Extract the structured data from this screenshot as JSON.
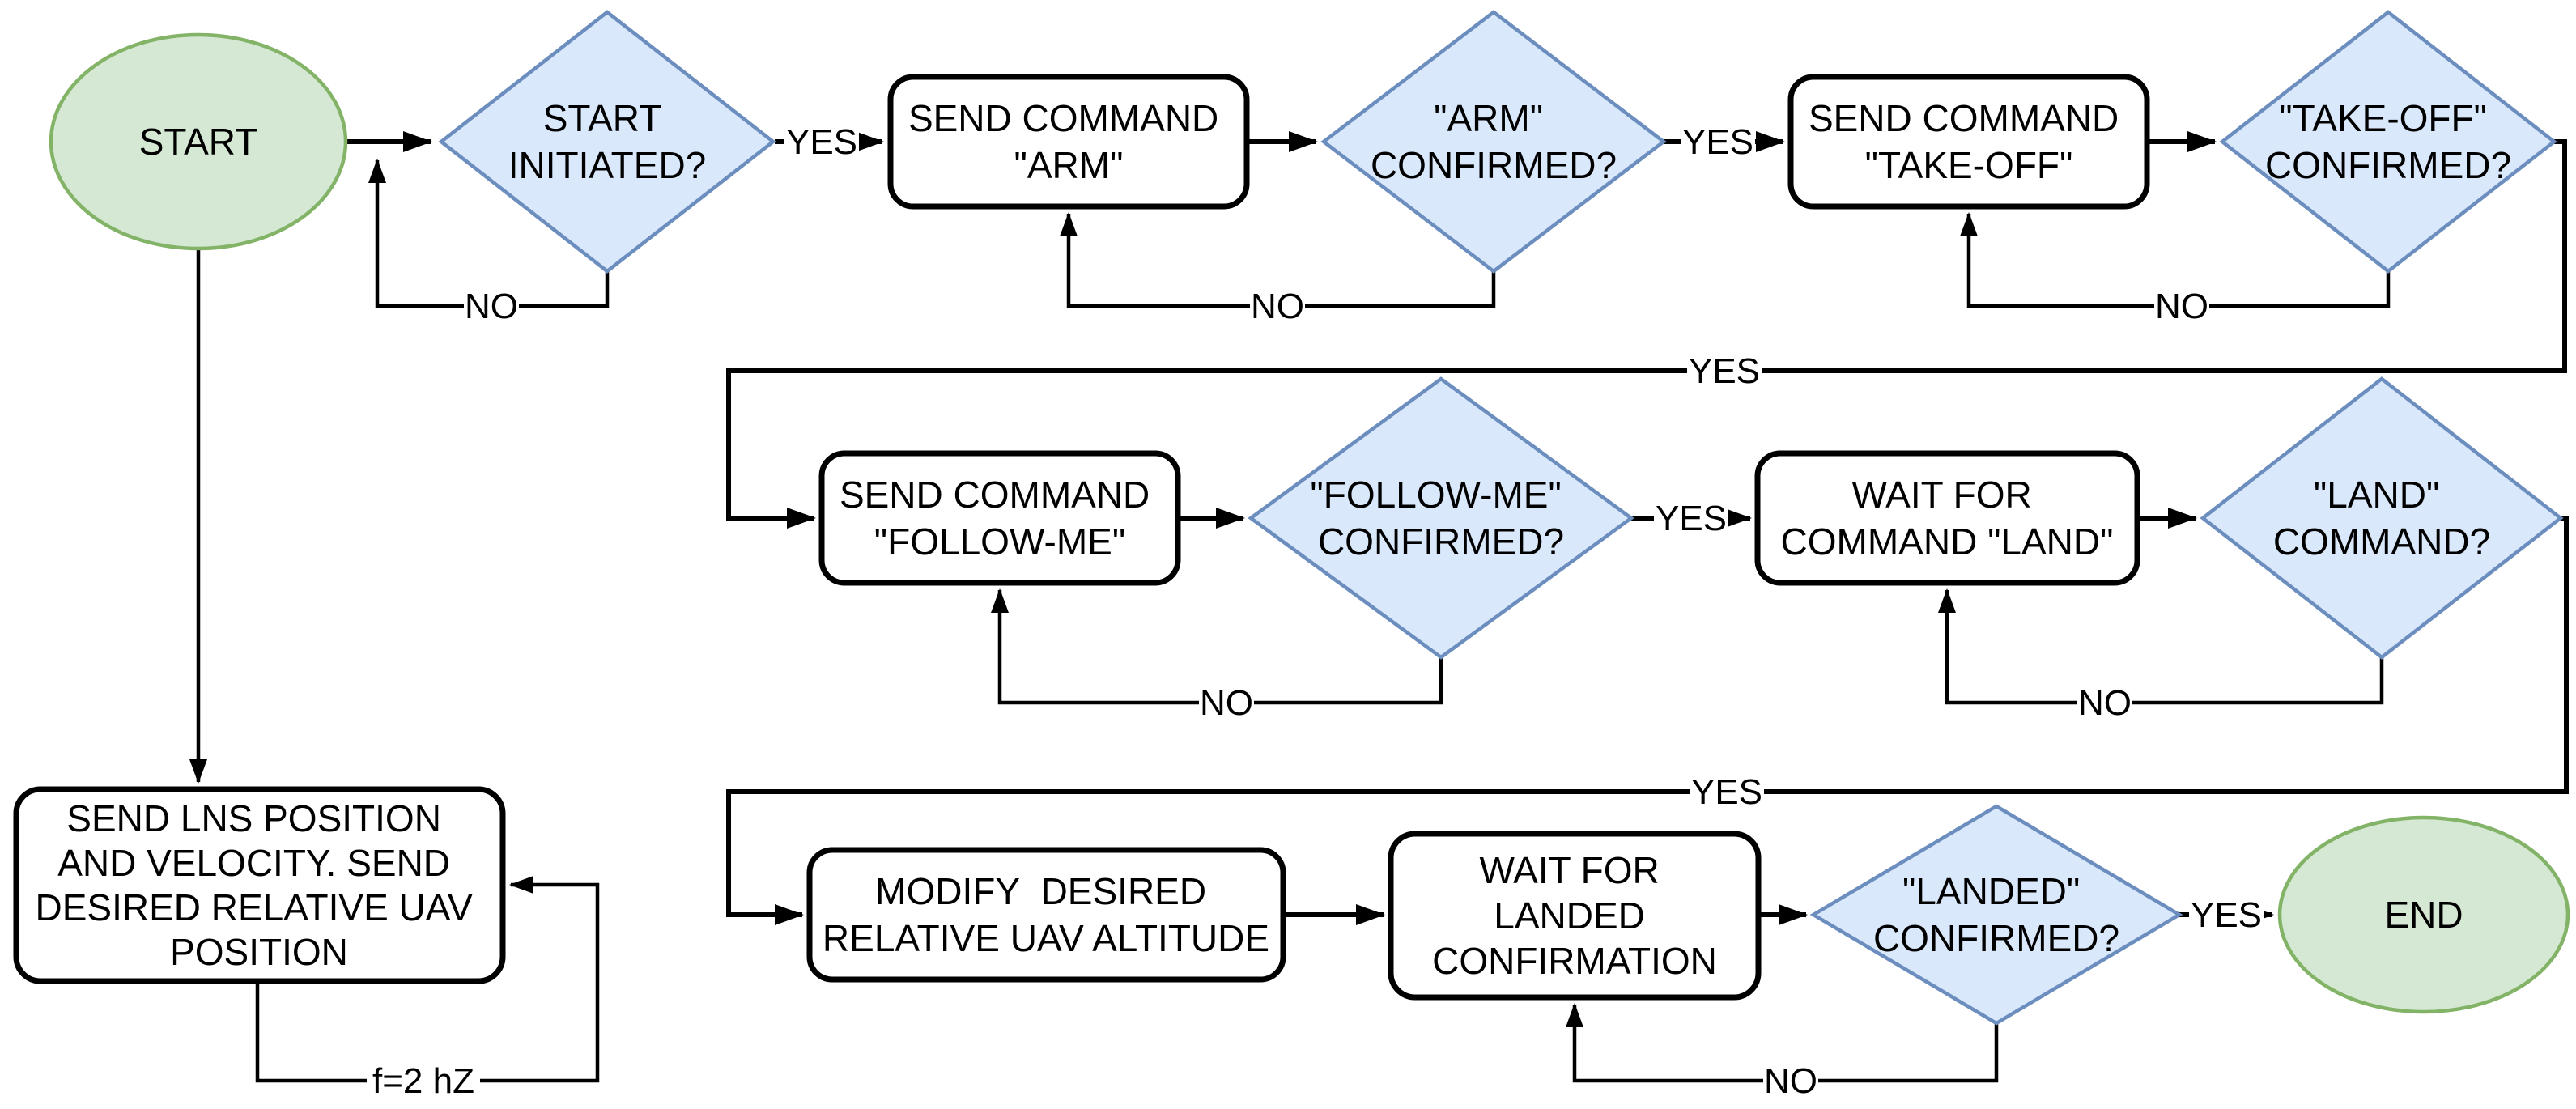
{
  "diagram": {
    "type": "flowchart",
    "colors": {
      "line": "#000000",
      "label_bg": "#ffffff",
      "process_fill": "#ffffff",
      "process_stroke": "#000000",
      "decision_fill": "#dae8fc",
      "decision_stroke": "#6c8ebf",
      "terminal_fill": "#d5e8d4",
      "terminal_stroke": "#82b366",
      "text": "#000000"
    },
    "nodes": {
      "start": {
        "type": "terminal",
        "label": "START"
      },
      "d_start_initiated": {
        "type": "decision",
        "lines": [
          "START",
          "INITIATED?"
        ]
      },
      "p_send_arm": {
        "type": "process",
        "lines": [
          "SEND COMMAND",
          "\"ARM\""
        ]
      },
      "d_arm_confirmed": {
        "type": "decision",
        "lines": [
          "\"ARM\"",
          "CONFIRMED?"
        ]
      },
      "p_send_takeoff": {
        "type": "process",
        "lines": [
          "SEND COMMAND",
          "\"TAKE-OFF\""
        ]
      },
      "d_takeoff_confirmed": {
        "type": "decision",
        "lines": [
          "\"TAKE-OFF\"",
          "CONFIRMED?"
        ]
      },
      "p_send_followme": {
        "type": "process",
        "lines": [
          "SEND COMMAND",
          "\"FOLLOW-ME\""
        ]
      },
      "d_followme_confirmed": {
        "type": "decision",
        "lines": [
          "\"FOLLOW-ME\"",
          "CONFIRMED?"
        ]
      },
      "p_wait_land_command": {
        "type": "process",
        "lines": [
          "WAIT FOR",
          "COMMAND \"LAND\""
        ]
      },
      "d_land_command": {
        "type": "decision",
        "lines": [
          "\"LAND\"",
          "COMMAND?"
        ]
      },
      "p_modify_altitude": {
        "type": "process",
        "lines": [
          "MODIFY  DESIRED",
          "RELATIVE UAV ALTITUDE"
        ]
      },
      "p_wait_landed": {
        "type": "process",
        "lines": [
          "WAIT FOR",
          "LANDED",
          "CONFIRMATION"
        ]
      },
      "d_landed_confirmed": {
        "type": "decision",
        "lines": [
          "\"LANDED\"",
          "CONFIRMED?"
        ]
      },
      "end": {
        "type": "terminal",
        "label": "END"
      },
      "p_send_lns": {
        "type": "process",
        "lines": [
          "SEND LNS POSITION",
          "AND VELOCITY. SEND",
          "DESIRED RELATIVE UAV",
          "POSITION"
        ]
      }
    },
    "edge_labels": {
      "yes": "YES",
      "no": "NO",
      "rate": "f=2 hZ"
    }
  }
}
